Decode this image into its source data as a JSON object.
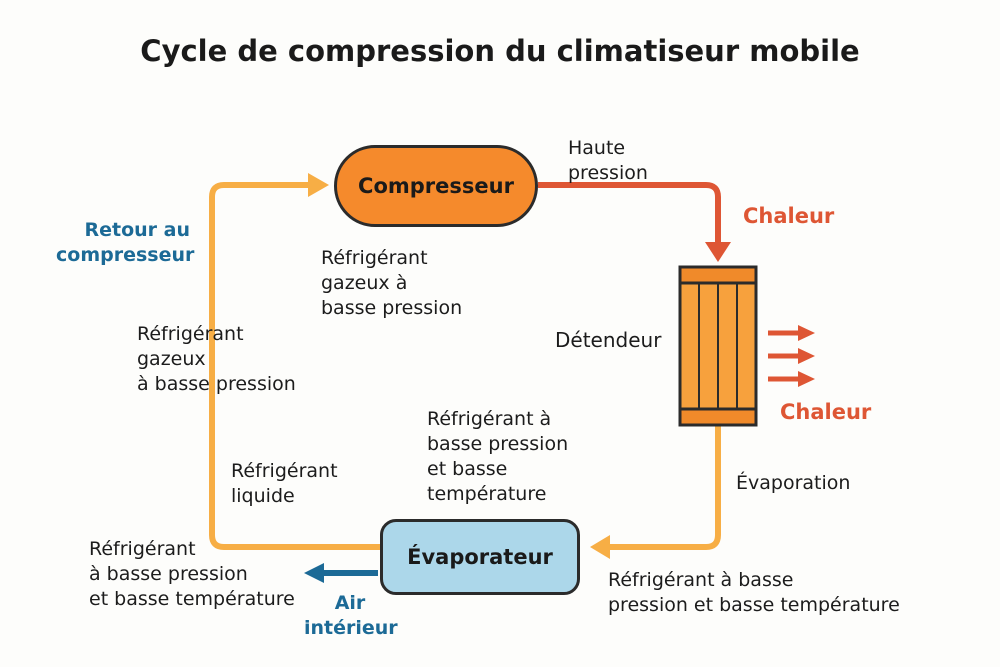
{
  "title": "Cycle de compression du climatiseur mobile",
  "nodes": {
    "compressor": "Compresseur",
    "expansion_valve": "Détendeur",
    "evaporator": "Évaporateur"
  },
  "labels": {
    "high_pressure": "Haute\npression",
    "heat_top": "Chaleur",
    "heat_right": "Chaleur",
    "return_to_compressor": "Retour au\ncompresseur",
    "gas_low_pressure_top": "Réfrigérant\ngazeux à\nbasse pression",
    "gas_low_pressure_left": "Réfrigérant\ngazeux\nà basse pression",
    "low_pressure_low_temp_center": "Réfrigérant à\nbasse pression\net basse\ntempérature",
    "liquid": "Réfrigérant\nliquide",
    "evaporation": "Évaporation",
    "low_pressure_low_temp_bottom_left": "Réfrigérant\nà basse pression\net basse température",
    "low_pressure_low_temp_bottom_right": "Réfrigérant à basse\npression et basse température",
    "indoor_air": "Air\nintérieur"
  },
  "colors": {
    "compressor_fill": "#f58a2c",
    "valve_fill": "#f7a13d",
    "evaporator_fill": "#acd7ea",
    "loop_orange": "#f7ae45",
    "hot_line": "#de5634",
    "air_blue": "#1c6a96"
  }
}
